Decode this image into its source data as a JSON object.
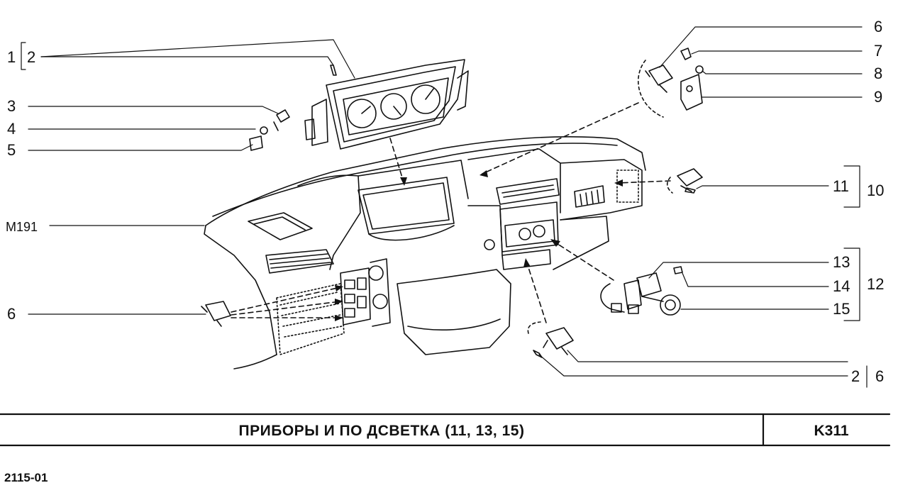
{
  "callouts": {
    "c1": "1",
    "c2": "2",
    "c3": "3",
    "c4": "4",
    "c5": "5",
    "m191": "M191",
    "c6_left": "6",
    "c6_top": "6",
    "c7": "7",
    "c8": "8",
    "c9": "9",
    "c10": "10",
    "c11": "11",
    "c12": "12",
    "c13": "13",
    "c14": "14",
    "c15": "15",
    "c2_bottom": "2",
    "c6_bottom": "6"
  },
  "footer": {
    "title": "ПРИБОРЫ   И   ПО ДСВЕТКА   (11, 13, 15)",
    "code": "K311"
  },
  "doc_id": "2115-01"
}
